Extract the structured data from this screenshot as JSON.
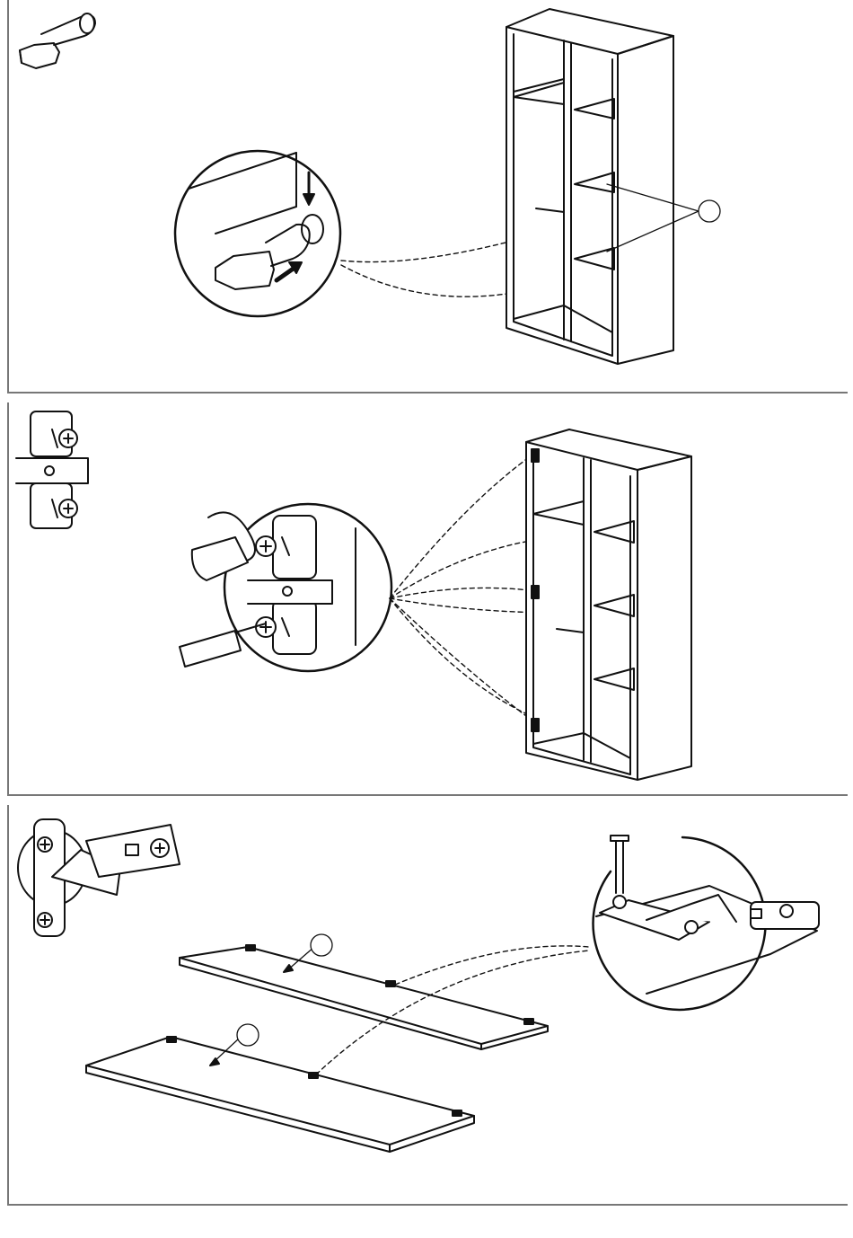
{
  "document": {
    "type": "assembly-instructions",
    "steps": [
      {
        "id": "step-shelf-pins",
        "callout_label": ""
      },
      {
        "id": "step-hinge-plates",
        "callout_label": ""
      },
      {
        "id": "step-door-hinges",
        "callout_labels": [
          "",
          ""
        ]
      }
    ]
  },
  "icons": {
    "shelf_pin": "shelf-support-pin-icon",
    "mounting_plate": "hinge-mounting-plate-icon",
    "hinge": "concealed-hinge-icon"
  },
  "colors": {
    "line": "#111111",
    "frame": "#777777",
    "background": "#ffffff"
  }
}
